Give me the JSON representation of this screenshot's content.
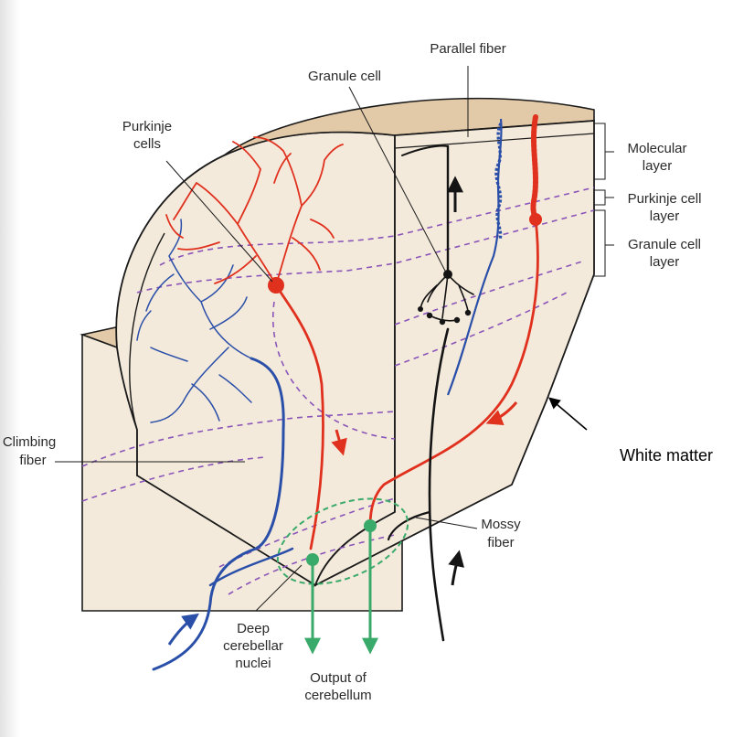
{
  "labels": {
    "parallel_fiber": "Parallel fiber",
    "granule_cell": "Granule cell",
    "purkinje_cells_1": "Purkinje",
    "purkinje_cells_2": "cells",
    "molecular_layer_1": "Molecular",
    "molecular_layer_2": "layer",
    "purkinje_cell_layer_1": "Purkinje cell",
    "purkinje_cell_layer_2": "layer",
    "granule_cell_layer_1": "Granule cell",
    "granule_cell_layer_2": "layer",
    "white_matter": "White matter",
    "climbing_fiber_1": "Climbing",
    "climbing_fiber_2": "fiber",
    "mossy_fiber_1": "Mossy",
    "mossy_fiber_2": "fiber",
    "deep_nuclei_1": "Deep",
    "deep_nuclei_2": "cerebellar",
    "deep_nuclei_3": "nuclei",
    "output_1": "Output of",
    "output_2": "cerebellum"
  },
  "colors": {
    "tissue": "#f4eadb",
    "tissue_dark": "#e2c9a8",
    "outline": "#1a1a1a",
    "purkinje": "#e0301e",
    "climbing": "#2a4fa8",
    "mossy": "#141414",
    "nuclei": "#3aaa6a",
    "layer_boundary": "#8a55b8"
  }
}
